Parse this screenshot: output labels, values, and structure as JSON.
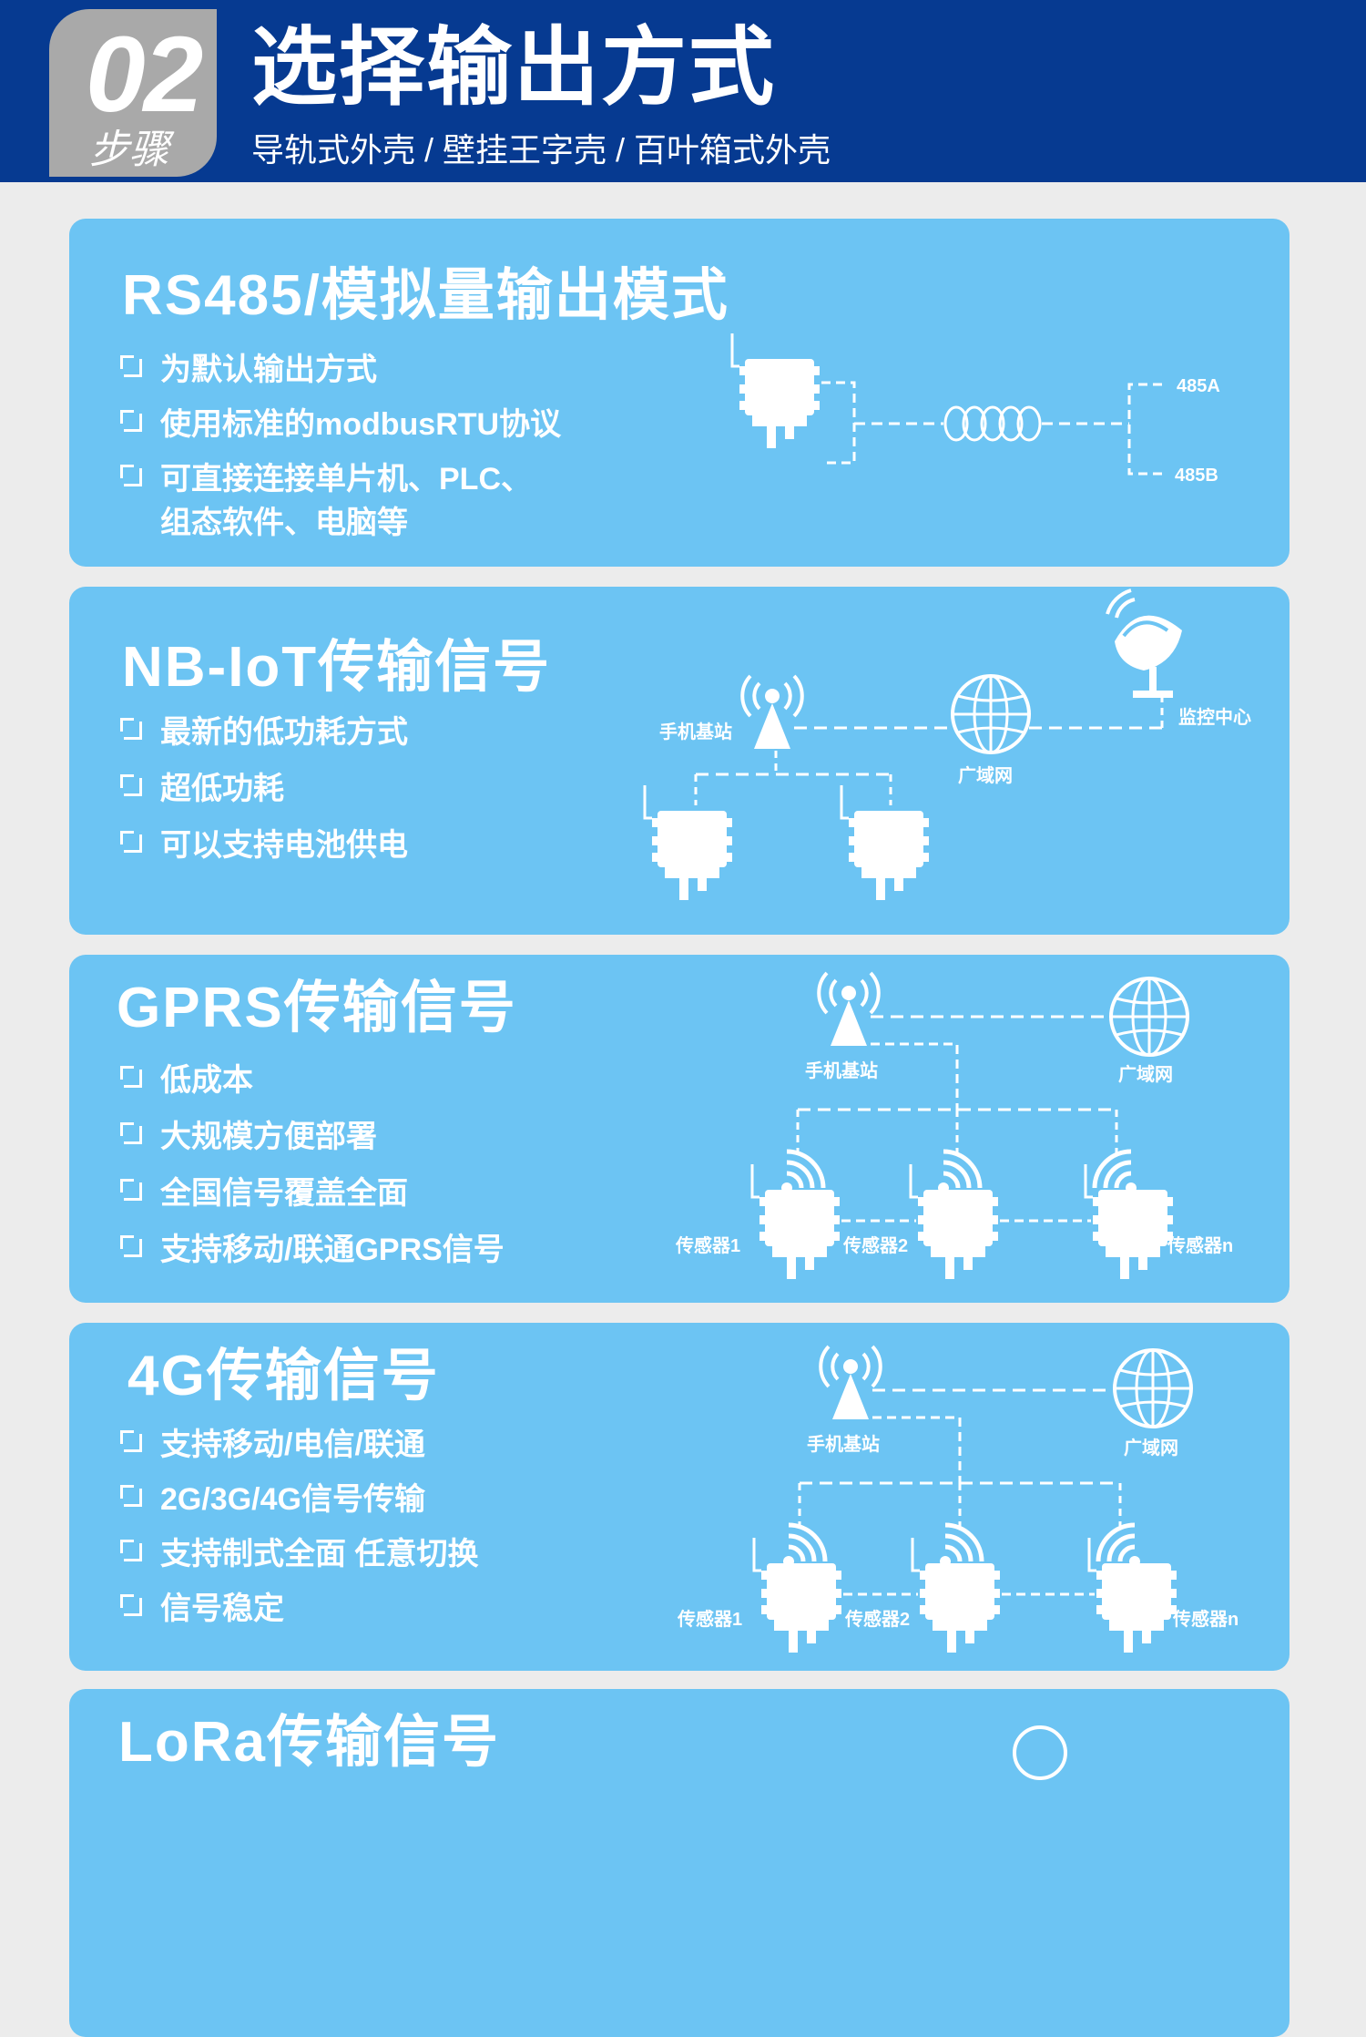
{
  "header": {
    "step_number": "02",
    "step_label": "步骤",
    "title": "选择输出方式",
    "subtitle": "导轨式外壳 / 壁挂王字壳 / 百叶箱式外壳"
  },
  "cards": [
    {
      "title": "RS485/模拟量输出模式",
      "features": [
        "为默认输出方式",
        "使用标准的modbusRTU协议",
        "可直接连接单片机、PLC、",
        "组态软件、电脑等"
      ],
      "diagram": {
        "label_a": "485A",
        "label_b": "485B"
      }
    },
    {
      "title": "NB-IoT传输信号",
      "features": [
        "最新的低功耗方式",
        "超低功耗",
        "可以支持电池供电"
      ],
      "diagram": {
        "base_station": "手机基站",
        "wan": "广域网",
        "monitor": "监控中心"
      }
    },
    {
      "title": "GPRS传输信号",
      "features": [
        "低成本",
        "大规模方便部署",
        "全国信号覆盖全面",
        "支持移动/联通GPRS信号"
      ],
      "diagram": {
        "base_station": "手机基站",
        "wan": "广域网",
        "sensor1": "传感器1",
        "sensor2": "传感器2",
        "sensorn": "传感器n"
      }
    },
    {
      "title": "4G传输信号",
      "features": [
        "支持移动/电信/联通",
        "2G/3G/4G信号传输",
        "支持制式全面 任意切换",
        "信号稳定"
      ],
      "diagram": {
        "base_station": "手机基站",
        "wan": "广域网",
        "sensor1": "传感器1",
        "sensor2": "传感器2",
        "sensorn": "传感器n"
      }
    },
    {
      "title": "LoRa传输信号"
    }
  ],
  "colors": {
    "header_bg": "#063a91",
    "card_bg": "#6cc4f3",
    "page_bg": "#ececec",
    "badge_bg": "#a9a9a9"
  }
}
